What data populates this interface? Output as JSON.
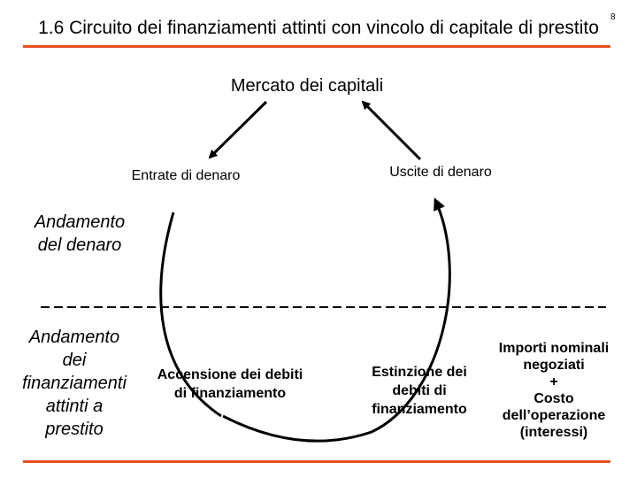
{
  "page_number": "8",
  "title": "1.6 Circuito dei finanziamenti attinti con vincolo di capitale di prestito",
  "market": "Mercato dei capitali",
  "inflows": "Entrate di denaro",
  "outflows": "Uscite di denaro",
  "money_trend": [
    "Andamento",
    "del denaro"
  ],
  "financing_trend": [
    "Andamento",
    "dei",
    "finanziamenti",
    "attinti a",
    "prestito"
  ],
  "accession": [
    "Accensione dei debiti",
    "di finanziamento"
  ],
  "extinction": [
    "Estinzione dei",
    "debiti di",
    "finanziamento"
  ],
  "amounts": [
    "Importi nominali",
    "negoziati",
    "+",
    "Costo",
    "dell’operazione",
    "(interessi)"
  ],
  "colors": {
    "accent_rule": "#e8501e",
    "text": "#000000"
  }
}
